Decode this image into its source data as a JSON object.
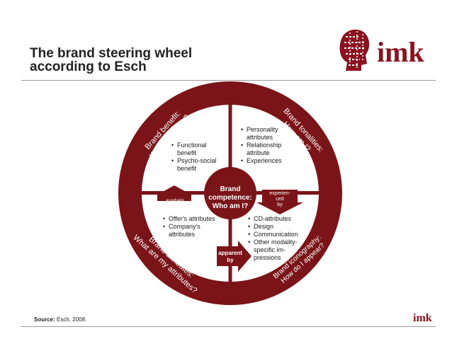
{
  "title": {
    "line1": "The brand steering wheel",
    "line2": "according to Esch"
  },
  "logo": {
    "text": "imk",
    "footer_text": "imk"
  },
  "colors": {
    "wheel": "#7a1418",
    "text": "#1a1a1a",
    "rules": "#9a9a9a"
  },
  "wheel": {
    "quadrant_titles": {
      "top_left": [
        "Brand benefit:",
        "What do I offer?"
      ],
      "top_right": [
        "Brand tonalities:",
        "How am I?"
      ],
      "bottom_left": [
        "Brand attributes:",
        "What are my attributes?"
      ],
      "bottom_right": [
        "Brand iconography:",
        "How do I appear?"
      ]
    },
    "center": {
      "line1": "Brand",
      "line2": "competence:",
      "line3": "Who am I?"
    },
    "arrows": {
      "sustain": "sustain",
      "experienced_by": [
        "experien-",
        "ced",
        "by"
      ],
      "apparent_by": [
        "apparent",
        "by"
      ]
    },
    "lists": {
      "top_left": [
        "Functional benefit",
        "Psycho-social benefit"
      ],
      "top_right": [
        "Personality attributes",
        "Relationship attribute",
        "Experiences"
      ],
      "bottom_left": [
        "Offer's attributes",
        "Company's attributes"
      ],
      "bottom_right": [
        "CD-attributes",
        "Design",
        "Communication",
        "Other modality-specific im-pressions"
      ]
    }
  },
  "footer": {
    "source_label": "Source:",
    "source_text": "Esch, 2008."
  }
}
